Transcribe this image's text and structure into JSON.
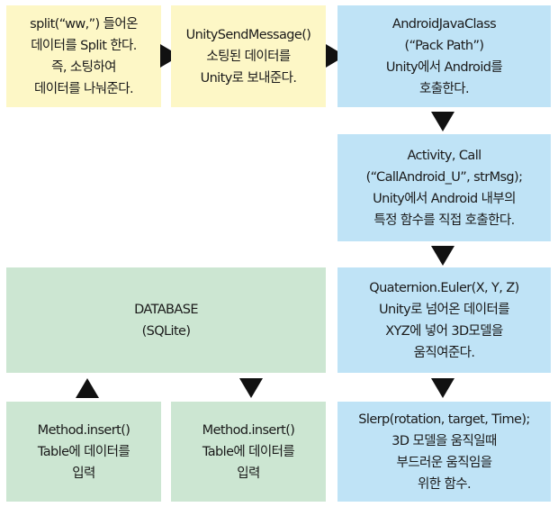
{
  "boxes": {
    "split": {
      "lines": [
        "split(“ww,”) 들어온",
        "데이터를 Split 한다.",
        "즉, 소팅하여",
        "데이터를 나눠준다."
      ]
    },
    "send": {
      "lines": [
        "UnitySendMessage()",
        "소팅된 데이터를",
        "Unity로 보내준다."
      ]
    },
    "android_class": {
      "lines": [
        "AndroidJavaClass",
        "(“Pack Path”)",
        "Unity에서 Android를",
        "호출한다."
      ]
    },
    "activity_call": {
      "lines": [
        "Activity, Call",
        "(“CallAndroid_U”, strMsg);",
        "Unity에서 Android 내부의",
        "특정 함수를 직접 호출한다."
      ]
    },
    "database": {
      "lines": [
        "DATABASE",
        "(SQLite)"
      ]
    },
    "quaternion": {
      "lines": [
        "Quaternion.Euler(X, Y, Z)",
        "Unity로 넘어온 데이터를",
        "XYZ에 넣어 3D모델을",
        "움직여준다."
      ]
    },
    "insert_left": {
      "lines": [
        "Method.insert()",
        "Table에 데이터를",
        "입력"
      ]
    },
    "insert_right": {
      "lines": [
        "Method.insert()",
        "Table에 데이터를",
        "입력"
      ]
    },
    "slerp": {
      "lines": [
        "Slerp(rotation, target, Time);",
        "3D 모델을 움직일때",
        "부드러운 움직임을",
        "위한 함수."
      ]
    }
  },
  "colors": {
    "yellow": "#fdf7c6",
    "blue": "#bfe3f6",
    "green": "#cce6d2",
    "arrow": "#111111"
  }
}
